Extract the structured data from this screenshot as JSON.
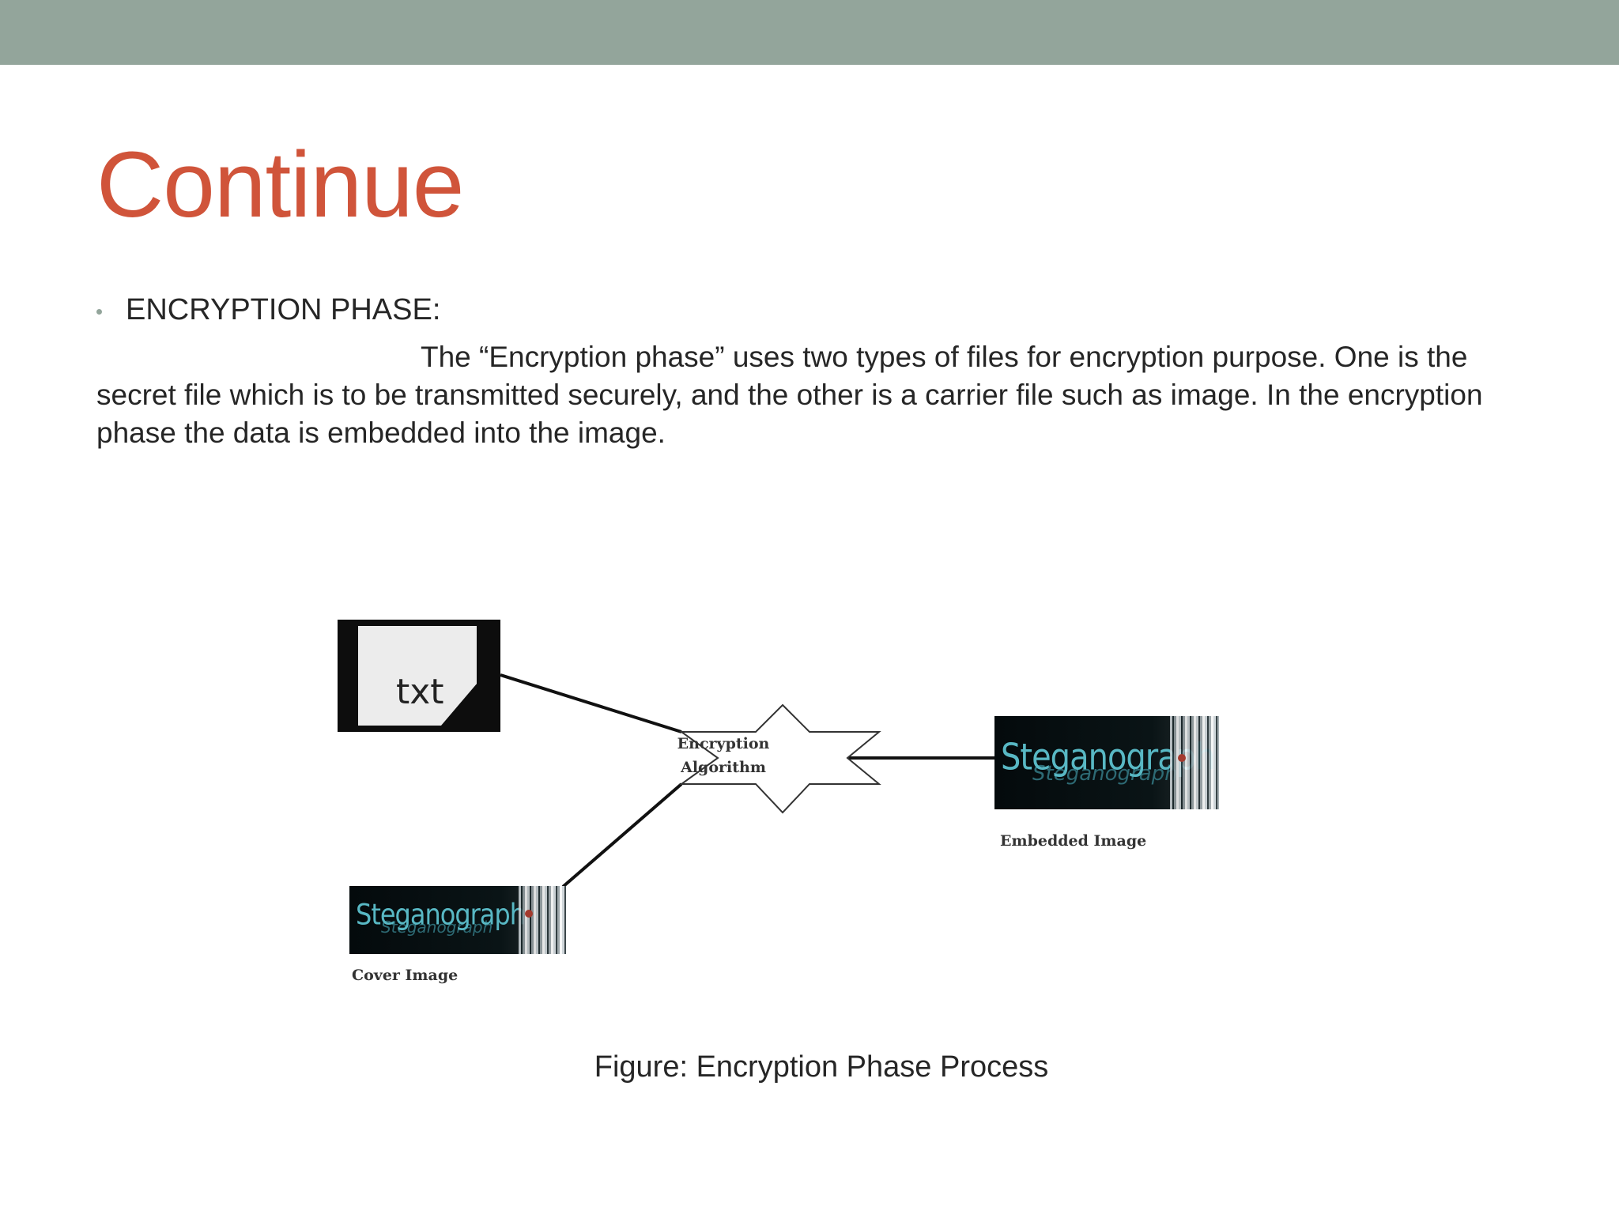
{
  "slide": {
    "title": "Continue",
    "bullet": "ENCRYPTION PHASE:",
    "paragraph": "The “Encryption phase” uses two types of files for encryption purpose. One is the secret file which is to be transmitted securely, and the other is a carrier file such as image. In the encryption phase the data is embedded into the image.",
    "caption": "Figure: Encryption Phase Process"
  },
  "diagram": {
    "secret_file_label": "txt",
    "algorithm_line1": "Encryption",
    "algorithm_line2": "Algorithm",
    "cover_image_text": "Steganograph",
    "cover_image_label": "Cover Image",
    "embedded_image_text": "Steganograph",
    "embedded_image_label": "Embedded Image"
  },
  "colors": {
    "top_bar": "#93a59b",
    "title": "#d0543a",
    "body_text": "#262626"
  }
}
